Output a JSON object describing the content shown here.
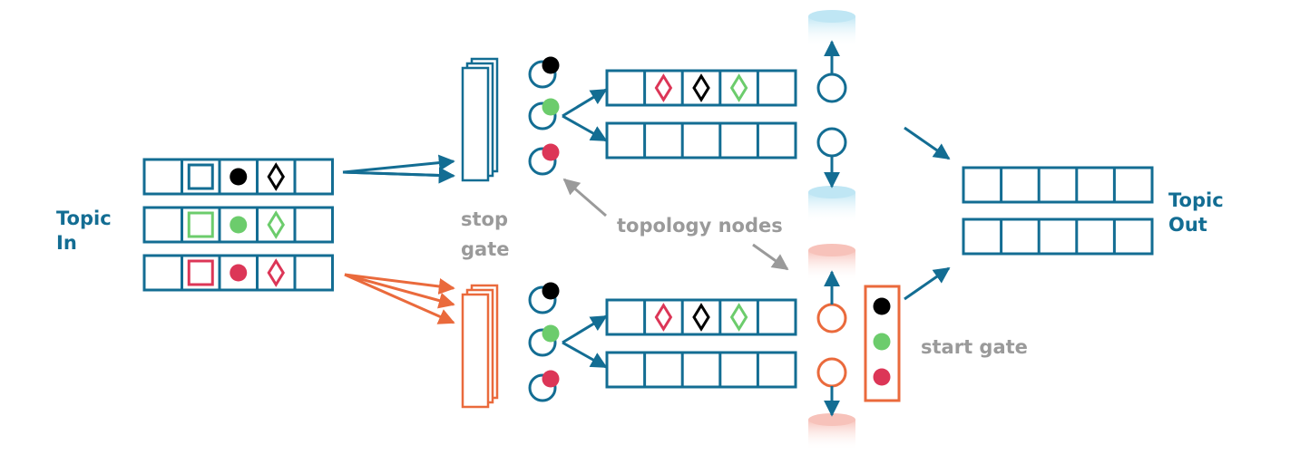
{
  "colors": {
    "blue": "#136d93",
    "orange": "#ea6a3c",
    "gray": "#9a9a9a",
    "black": "#000000",
    "green": "#6ccc6c",
    "red": "#dc3657",
    "cyl_blue": "#bfe6f4",
    "cyl_red": "#f7c2ba"
  },
  "labels": {
    "topic_in": [
      "Topic",
      "In"
    ],
    "topic_out": [
      "Topic",
      "Out"
    ],
    "stop_gate": [
      "stop",
      "gate"
    ],
    "topology_nodes": "topology nodes",
    "start_gate": "start gate"
  },
  "icons": {
    "message_shapes": [
      "square-icon",
      "dot-icon",
      "diamond-icon"
    ],
    "queue_cylinder": "cylinder-icon",
    "node": "circle-node-icon"
  }
}
